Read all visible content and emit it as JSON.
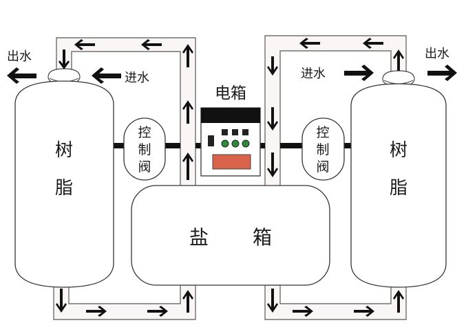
{
  "diagram": {
    "title": "软水器系统示意图",
    "left_tank": {
      "label_line1": "树",
      "label_line2": "脂"
    },
    "right_tank": {
      "label_line1": "树",
      "label_line2": "脂"
    },
    "left_valve": {
      "line1": "控",
      "line2": "制",
      "line3": "阀"
    },
    "right_valve": {
      "line1": "控",
      "line2": "制",
      "line3": "阀"
    },
    "control_box": {
      "label": "电箱",
      "indicator_color": "#2e8b3a",
      "display_color": "#d9624a"
    },
    "salt_box": {
      "label_a": "盐",
      "label_b": "箱"
    },
    "left_outlet": "出水",
    "left_inlet": "进水",
    "right_outlet": "出水",
    "right_inlet": "进水",
    "pipe_fill": "#fbf6f6",
    "stroke_color": "#333333"
  }
}
